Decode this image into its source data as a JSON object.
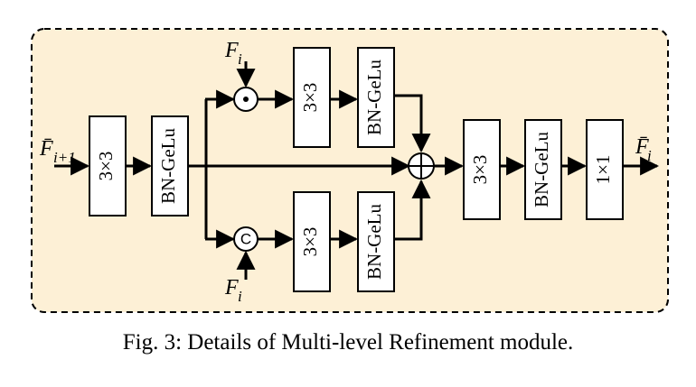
{
  "colors": {
    "panel_fill": "#fdf0d6",
    "panel_border": "#000000",
    "block_fill": "#ffffff",
    "stroke": "#000000"
  },
  "labels": {
    "input": "F̄",
    "input_sub": "i+1",
    "output": "F̄",
    "output_sub": "i",
    "side_input_top": "F",
    "side_input_top_sub": "i",
    "side_input_bottom": "F",
    "side_input_bottom_sub": "i"
  },
  "blocks": {
    "stem_conv": "3×3",
    "stem_bn": "BN-GeLu",
    "top_conv": "3×3",
    "top_bn": "BN-GeLu",
    "bottom_conv": "3×3",
    "bottom_bn": "BN-GeLu",
    "out_conv3": "3×3",
    "out_bn": "BN-GeLu",
    "out_conv1": "1×1"
  },
  "operators": {
    "multiply": "⊙",
    "concat": "C",
    "add": "⊕"
  },
  "caption": "Fig. 3: Details of Multi-level Refinement module."
}
